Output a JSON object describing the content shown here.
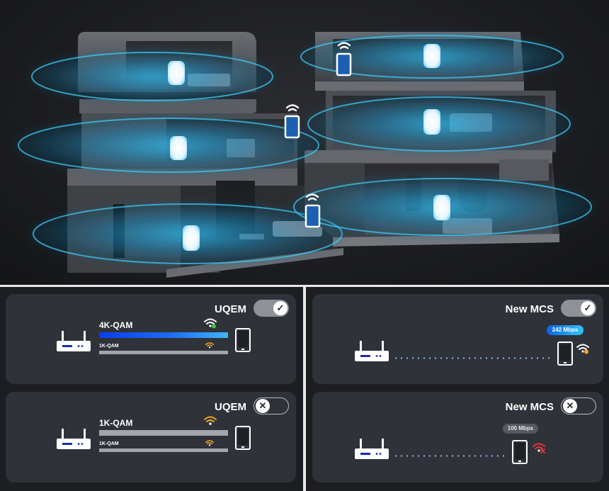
{
  "panels": {
    "uqem_on": {
      "title": "UQEM",
      "toggle_state": "on",
      "toggle_icon": "check-icon",
      "lines": [
        {
          "label": "4K-QAM",
          "style": "blue"
        },
        {
          "label": "1K-QAM",
          "style": "grey"
        }
      ]
    },
    "uqem_off": {
      "title": "UQEM",
      "toggle_state": "off",
      "toggle_icon": "close-icon",
      "lines": [
        {
          "label": "1K-QAM",
          "style": "grey"
        },
        {
          "label": "1K-QAM",
          "style": "grey"
        }
      ]
    },
    "mcs_on": {
      "title": "New MCS",
      "toggle_state": "on",
      "toggle_icon": "check-icon",
      "speed": "242 Mbps",
      "speed_color": "blue"
    },
    "mcs_off": {
      "title": "New MCS",
      "toggle_state": "off",
      "toggle_icon": "close-icon",
      "speed": "100 Mbps",
      "speed_color": "grey"
    }
  },
  "colors": {
    "accent_blue": "#1c6cf5",
    "wifi_good": "#36c24a",
    "wifi_warn": "#f5a623",
    "wifi_bad": "#e8333a",
    "glow": "#2ec6ff"
  },
  "icons": [
    "router-icon",
    "phone-icon",
    "wifi-icon",
    "check-icon",
    "close-icon",
    "mesh-node-icon"
  ]
}
